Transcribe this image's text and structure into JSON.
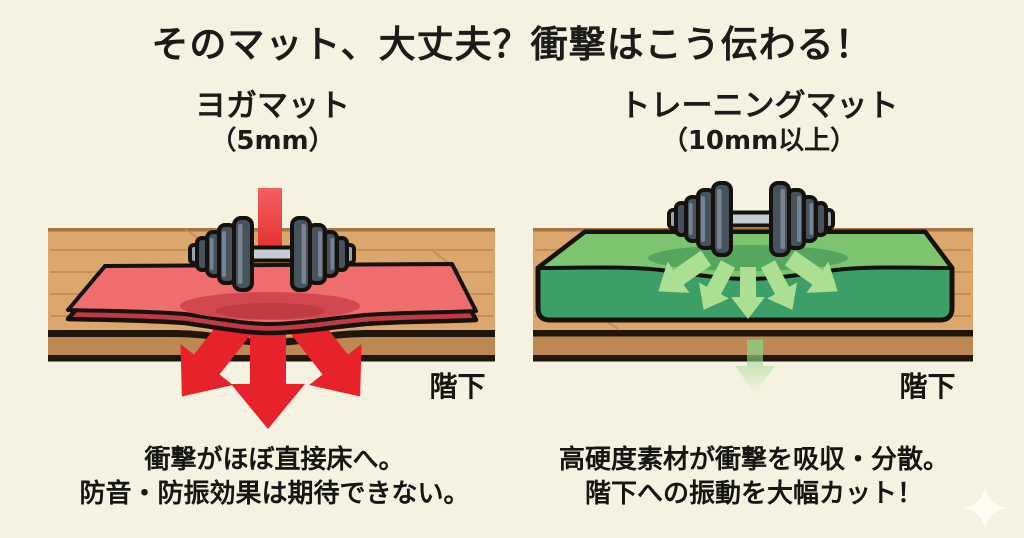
{
  "title": "そのマット、大丈夫？衝撃はこう伝わる！",
  "left": {
    "name": "ヨガマット",
    "spec": "（5mm）",
    "floor_label": "階下",
    "caption_line1": "衝撃がほぼ直接床へ。",
    "caption_line2": "防音・防振効果は期待できない。"
  },
  "right": {
    "name": "トレーニングマット",
    "spec": "（10mm以上）",
    "floor_label": "階下",
    "caption_line1": "高硬度素材が衝撃を吸収・分散。",
    "caption_line2": "階下への振動を大幅カット！"
  },
  "icons": {
    "bottom_right_decoration": "sparkle-icon",
    "left_weight": "dumbbell-icon",
    "right_weight": "dumbbell-icon"
  },
  "colors": {
    "background": "#f6f2e2",
    "text": "#1b1b19",
    "impact_red": "#e8222a",
    "mat_red_top": "#ef6d6d",
    "mat_red_side": "#c23a44",
    "mat_green_top": "#7cc46e",
    "mat_green_front": "#3d9e68",
    "absorb_green": "#abdf92",
    "wood_light": "#dca76d",
    "wood_dark": "#bd8851",
    "outline": "#1f150b"
  }
}
